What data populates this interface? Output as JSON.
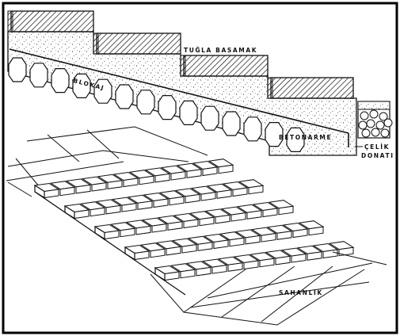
{
  "labels": {
    "tugla_basamak": "TUĞLA BASAMAK",
    "blokaj": "BLOKAJ",
    "betonarme": "BETONARME",
    "celik": "ÇELİK",
    "donati": "DONATI",
    "sahanlik": "SAHANLIK"
  },
  "colors": {
    "ink": "#111111",
    "paper": "#ffffff",
    "frame": "#000000"
  }
}
